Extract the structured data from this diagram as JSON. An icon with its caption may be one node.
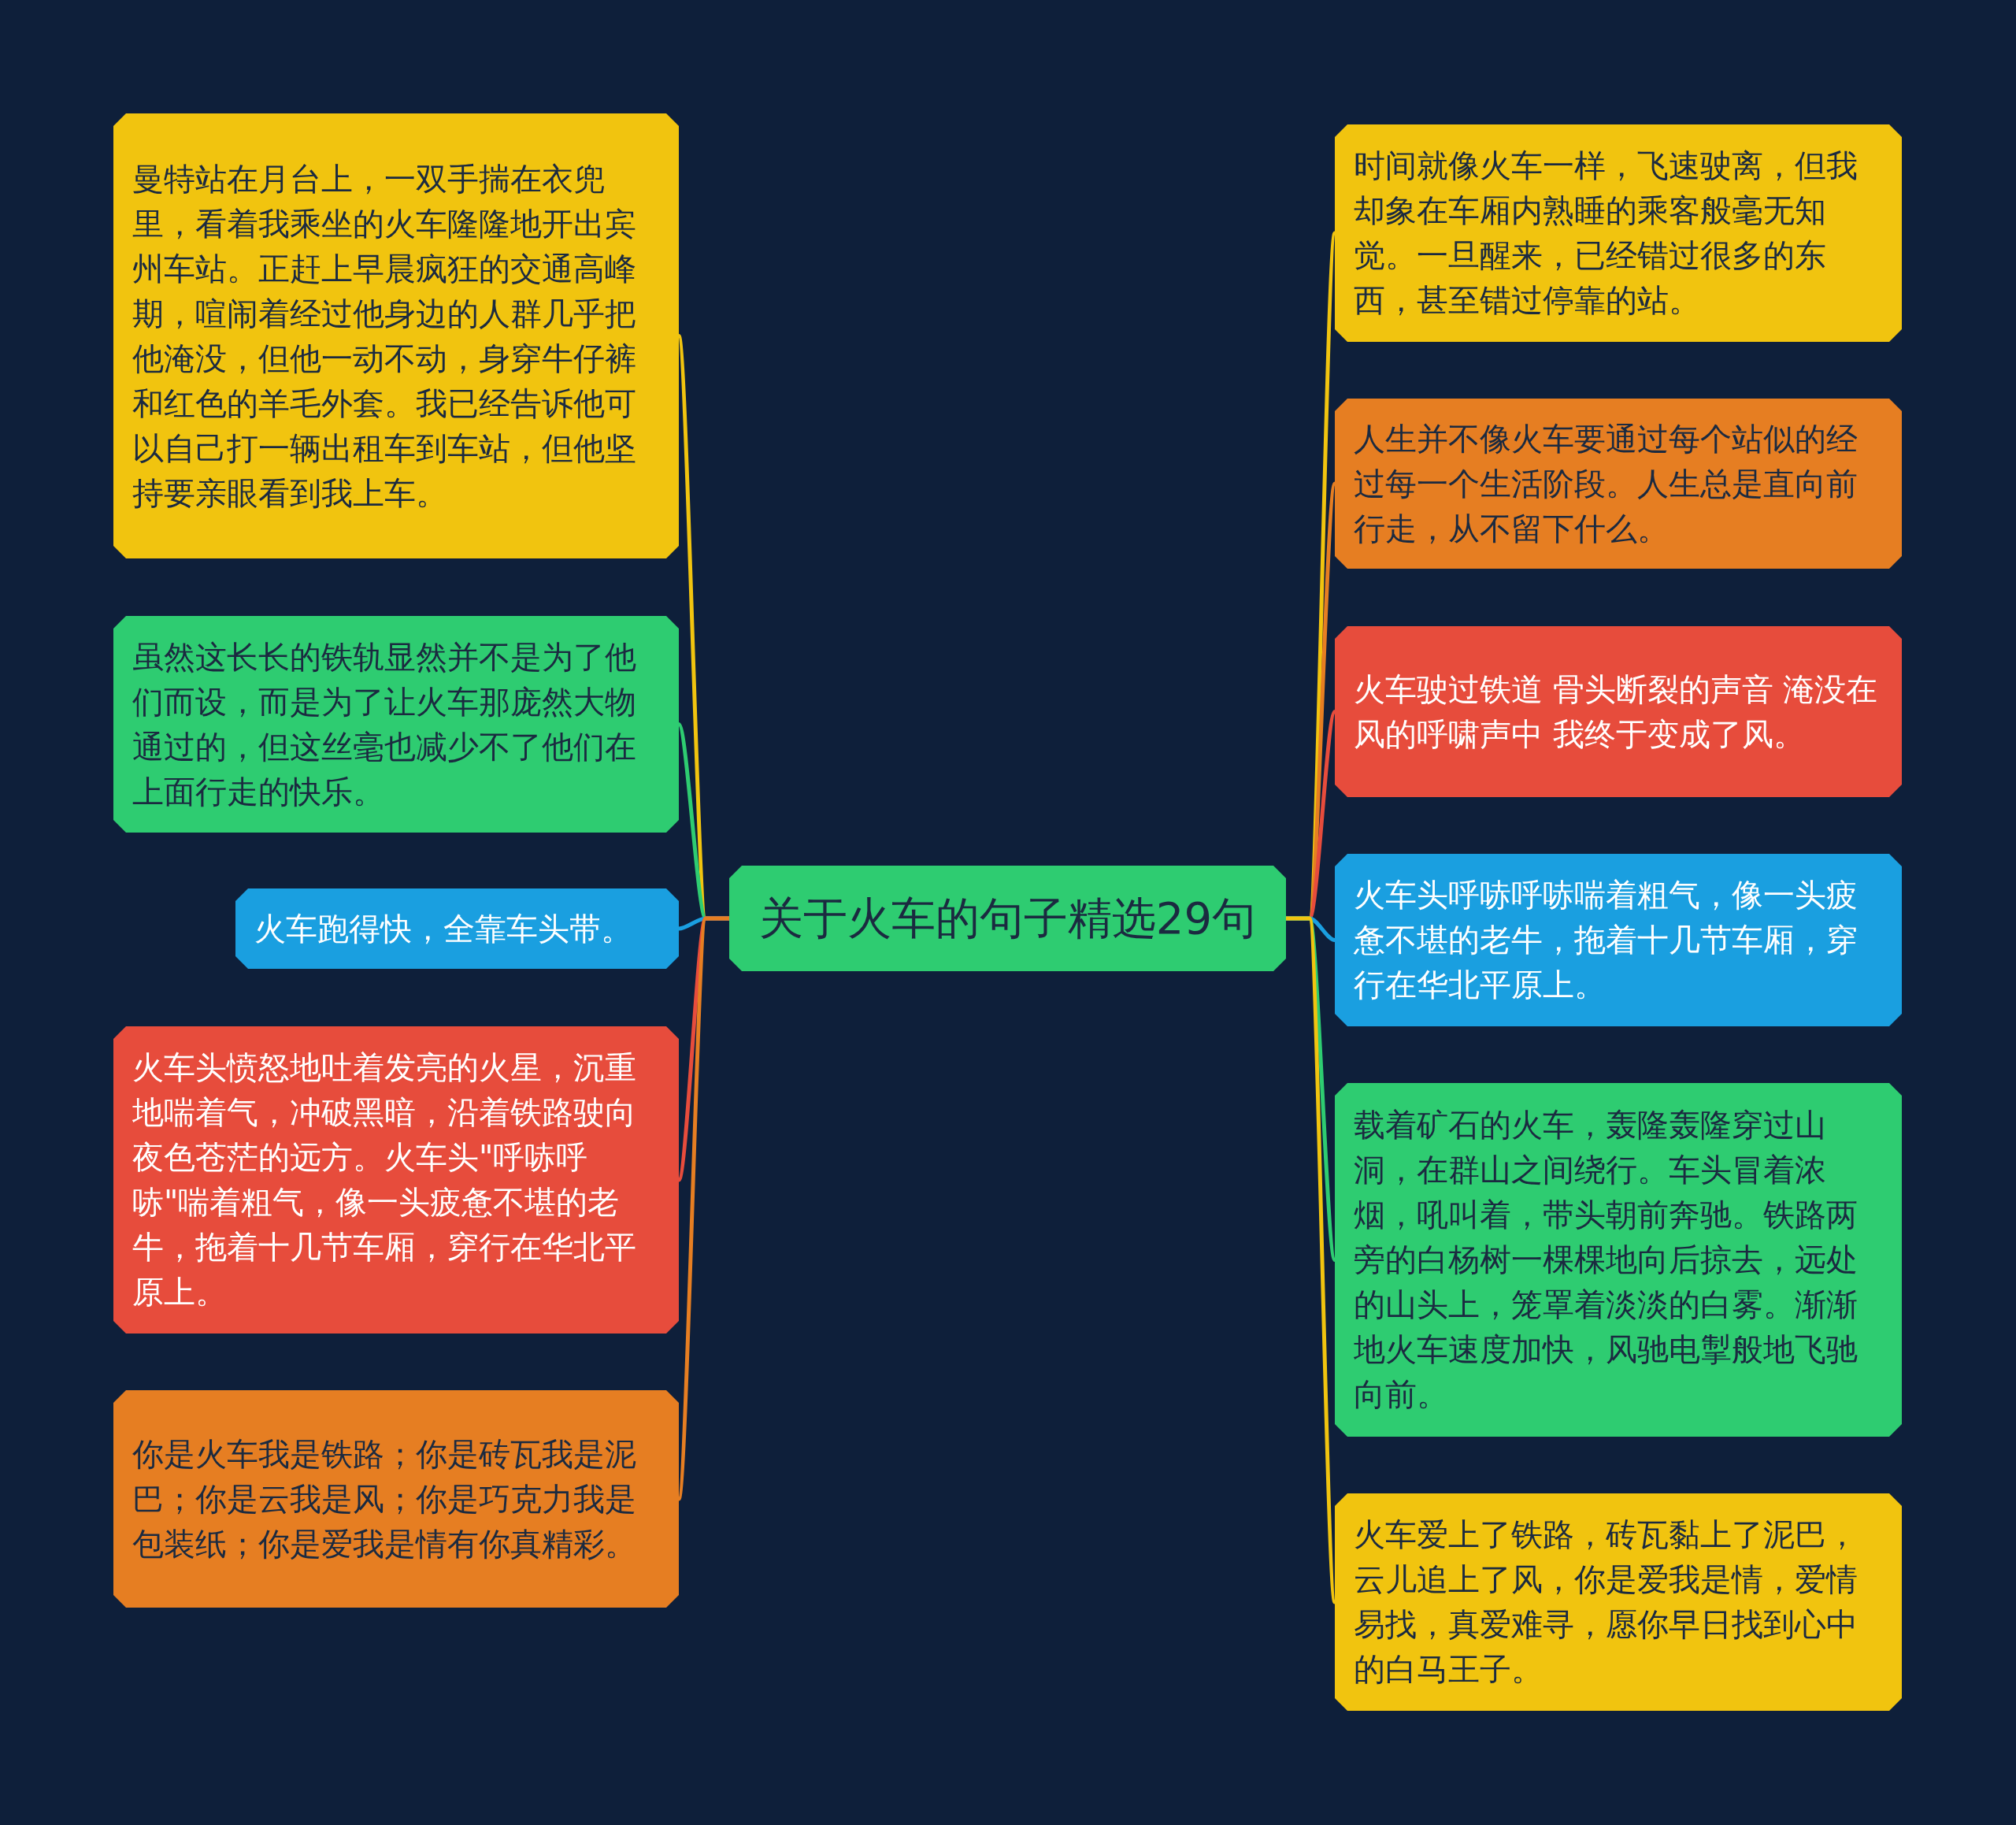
{
  "diagram": {
    "nodes": [
      {
        "text": [
          "关于火车的句子精选29句"
        ]
      },
      {
        "text": [
          "曼特站在月台上，一双手揣在衣兜里，看着我乘坐的火车隆隆地开出宾州车站。正赶上早晨疯狂的交通高峰期，喧闹着经过他身边的人群几乎把他淹没，但他一动不动，身穿牛仔裤和红色的羊毛外套。我已经告诉他可以自己打一辆出租车到车站，但他坚持要亲眼看到我上车。"
        ]
      },
      {
        "text": [
          "虽然这长长的铁轨显然并不是为了他们而设，而是为了让火车那庞然大物通过的，但这丝毫也减少不了他们在上面行走的快乐。"
        ]
      },
      {
        "text": [
          "火车跑得快，全靠车头带。"
        ]
      },
      {
        "text": [
          "火车头愤怒地吐着发亮的火星，沉重地喘着气，冲破黑暗，沿着铁路驶向夜色苍茫的远方。火车头\"呼哧呼哧\"喘着粗气，像一头疲惫不堪的老牛，拖着十几节车厢，穿行在华北平原上。"
        ]
      },
      {
        "text": [
          "你是火车我是铁路；你是砖瓦我是泥巴；你是云我是风；你是巧克力我是包装纸；你是爱我是情有你真精彩。"
        ]
      },
      {
        "text": [
          "时间就像火车一样，飞速驶离，但我却象在车厢内熟睡的乘客般毫无知觉。一旦醒来，已经错过很多的东西，甚至错过停靠的站。"
        ]
      },
      {
        "text": [
          "人生并不像火车要通过每个站似的经过每一个生活阶段。人生总是直向前行走，从不留下什么。"
        ]
      },
      {
        "text": [
          "火车驶过铁道 骨头断裂的声音 淹没在风的呼啸声中 我终于变成了风。"
        ]
      },
      {
        "text": [
          "火车头呼哧呼哧喘着粗气，像一头疲惫不堪的老牛，拖着十几节车厢，穿行在华北平原上。"
        ]
      },
      {
        "text": [
          "载着矿石的火车，轰隆轰隆穿过山洞，在群山之间绕行。车头冒着浓烟，吼叫着，带头朝前奔驰。铁路两旁的白杨树一棵棵地向后掠去，远处的山头上，笼罩着淡淡的白雾。渐渐地火车速度加快，风驰电掣般地飞驰向前。"
        ]
      },
      {
        "text": [
          "火车爱上了铁路，砖瓦黏上了泥巴，云儿追上了风，你是爱我是情，爱情易找，真爱难寻，愿你早日找到心中的白马王子。"
        ]
      }
    ],
    "edges": [
      {
        "from": 0,
        "to": 1,
        "arrow": "none",
        "color": "#f1c40f"
      },
      {
        "from": 0,
        "to": 2,
        "arrow": "none",
        "color": "#2ecc71"
      },
      {
        "from": 0,
        "to": 3,
        "arrow": "none",
        "color": "#1a9fe0"
      },
      {
        "from": 0,
        "to": 4,
        "arrow": "none",
        "color": "#e74c3c"
      },
      {
        "from": 0,
        "to": 5,
        "arrow": "none",
        "color": "#e67e22"
      },
      {
        "from": 0,
        "to": 6,
        "arrow": "none",
        "color": "#f1c40f"
      },
      {
        "from": 0,
        "to": 7,
        "arrow": "none",
        "color": "#e67e22"
      },
      {
        "from": 0,
        "to": 8,
        "arrow": "none",
        "color": "#e74c3c"
      },
      {
        "from": 0,
        "to": 9,
        "arrow": "none",
        "color": "#1a9fe0"
      },
      {
        "from": 0,
        "to": 10,
        "arrow": "none",
        "color": "#2ecc71"
      },
      {
        "from": 0,
        "to": 11,
        "arrow": "none",
        "color": "#f1c40f"
      }
    ]
  }
}
